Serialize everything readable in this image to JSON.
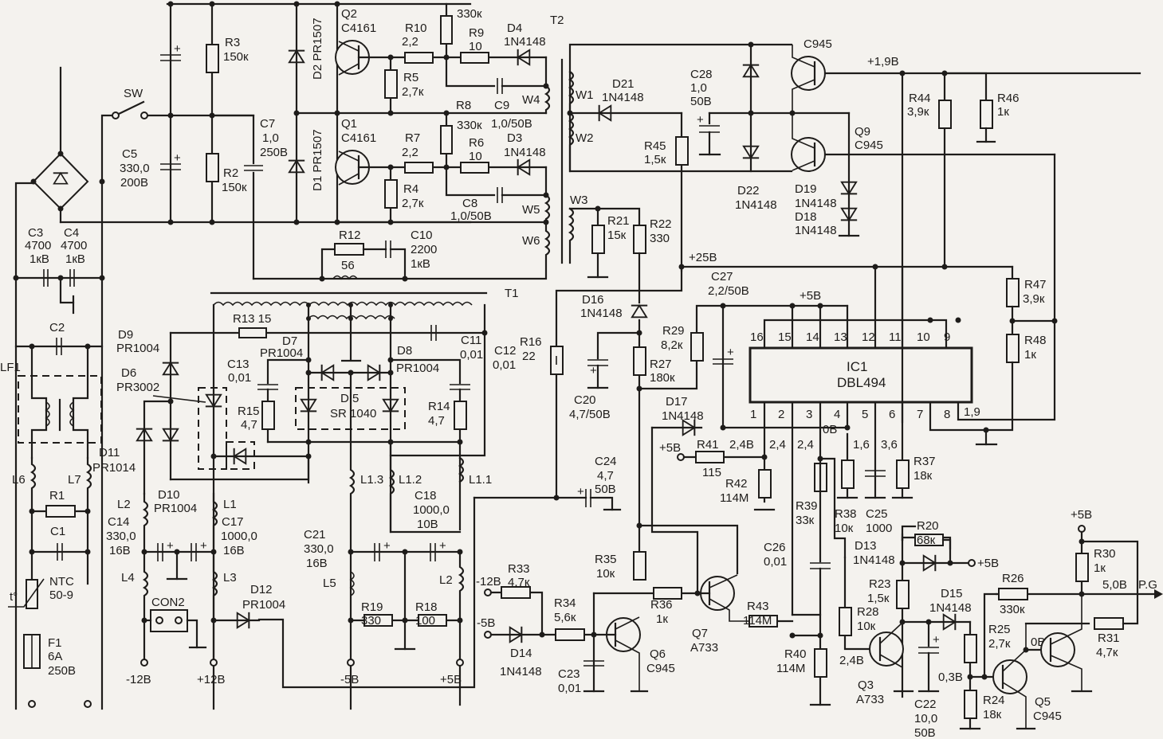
{
  "title": "ATX power supply schematic with DBL494 PWM controller",
  "transformers": {
    "t1": "T1",
    "t2": "T2",
    "lf1": "LF1"
  },
  "input": {
    "sw": "SW",
    "f1": [
      "F1",
      "6A",
      "250B"
    ],
    "ntc": [
      "NTC",
      "50-9"
    ],
    "ntc_temp": "t°",
    "r1": "R1",
    "c1": "C1",
    "c2": "C2",
    "c3": [
      "C3",
      "4700",
      "1кB"
    ],
    "c4": [
      "C4",
      "4700",
      "1кB"
    ],
    "l6": "L6",
    "l7": "L7",
    "c5": [
      "C5",
      "330,0",
      "200B"
    ],
    "r2": [
      "R2",
      "150к"
    ],
    "r3": [
      "R3",
      "150к"
    ],
    "c7": [
      "C7",
      "1,0",
      "250B"
    ]
  },
  "half_bridge": {
    "d1": "D1 PR1507",
    "d2": "D2 PR1507",
    "q1": [
      "Q1",
      "C4161"
    ],
    "q2": [
      "Q2",
      "C4161"
    ],
    "r10": [
      "R10",
      "2,2"
    ],
    "r9": [
      "R9",
      "10"
    ],
    "r_top": "330к",
    "d4": [
      "D4",
      "1N4148"
    ],
    "r5": [
      "R5",
      "2,7к"
    ],
    "c9": [
      "C9",
      "1,0/50B"
    ],
    "r8": [
      "R8",
      "330к"
    ],
    "r7": [
      "R7",
      "2,2"
    ],
    "r6": [
      "R6",
      "10"
    ],
    "d3": [
      "D3",
      "1N4148"
    ],
    "r4": [
      "R4",
      "2,7к"
    ],
    "c8": [
      "C8",
      "1,0/50B"
    ],
    "w4": "W4",
    "w5": "W5",
    "w6": "W6",
    "r12": [
      "R12",
      "56"
    ],
    "c10": [
      "C10",
      "2200",
      "1кB"
    ]
  },
  "driver": {
    "w1": "W1",
    "w2": "W2",
    "w3": "W3",
    "d21": [
      "D21",
      "1N4148"
    ],
    "r45": [
      "R45",
      "1,5к"
    ],
    "c28": [
      "C28",
      "1,0",
      "50B"
    ],
    "q_top": "C945",
    "q9": [
      "Q9",
      "C945"
    ],
    "d22": [
      "D22",
      "1N4148"
    ],
    "d19": [
      "D19",
      "1N4148"
    ],
    "d18": [
      "D18",
      "1N4148"
    ],
    "v19": "+1,9B",
    "r44": [
      "R44",
      "3,9к"
    ],
    "r46": [
      "R46",
      "1к"
    ],
    "r21": [
      "R21",
      "15к"
    ],
    "r22": [
      "R22",
      "330"
    ],
    "v25": "+25B"
  },
  "secondary": {
    "r13": "R13 15",
    "d9": [
      "D9",
      "PR1004"
    ],
    "d6": [
      "D6",
      "PR3002"
    ],
    "d7": [
      "D7",
      "PR1004"
    ],
    "d8": [
      "D8",
      "PR1004"
    ],
    "d5": [
      "D 5",
      "SR 1040"
    ],
    "c13": [
      "C13",
      "0,01"
    ],
    "r15": [
      "R15",
      "4,7"
    ],
    "r14": [
      "R14",
      "4,7"
    ],
    "c11": [
      "C11",
      "0,01"
    ],
    "c12": [
      "C12",
      "0,01"
    ],
    "d11": [
      "D11",
      "PR1014"
    ],
    "d10": [
      "D10",
      "PR1004"
    ],
    "l1_3": "L1.3",
    "l1_2": "L1.2",
    "l1_1": "L1.1",
    "l2": "L2",
    "l1": "L1",
    "l3": "L3",
    "l4": "L4",
    "l5": "L5",
    "l2b": "L2",
    "c14": [
      "C14",
      "330,0",
      "16B"
    ],
    "c17": [
      "C17",
      "1000,0",
      "16B"
    ],
    "c18": [
      "C18",
      "1000,0",
      "10B"
    ],
    "c21": [
      "C21",
      "330,0",
      "16B"
    ],
    "r19": [
      "R19",
      "330"
    ],
    "r18": [
      "R18",
      "100"
    ],
    "con2": "CON2",
    "d12": [
      "D12",
      "PR1004"
    ],
    "out_m12": "-12B",
    "out_p12": "+12B",
    "out_m5": "-5B",
    "out_p5": "+5B"
  },
  "control": {
    "r16": [
      "R16",
      "22"
    ],
    "d16": [
      "D16",
      "1N4148"
    ],
    "c20": [
      "C20",
      "4,7/50B"
    ],
    "r27": [
      "R27",
      "180к"
    ],
    "r29": [
      "R29",
      "8,2к"
    ],
    "c27": [
      "C27",
      "2,2/50B"
    ],
    "d17": [
      "D17",
      "1N4148"
    ],
    "c24": [
      "C24",
      "4,7",
      "50B"
    ],
    "r41": [
      "R41",
      "115"
    ],
    "p5_in": "+5B",
    "r42": [
      "R42",
      "114M"
    ],
    "v24b": "2,4B",
    "ic1": [
      "IC1",
      "DBL494"
    ],
    "ic_top_pins": [
      "16",
      "15",
      "14",
      "13",
      "12",
      "11",
      "10",
      "9"
    ],
    "ic_bottom_pins": [
      "1",
      "2",
      "3",
      "4",
      "5",
      "6",
      "7",
      "8"
    ],
    "pin_volts": {
      "p2": "2,4",
      "p3": "2,4",
      "p4": "0B",
      "p5": "1,6",
      "p6": "3,6",
      "p8": "1,9"
    },
    "ic_p5": "+5B",
    "r47": [
      "R47",
      "3,9к"
    ],
    "r48": [
      "R48",
      "1к"
    ],
    "r37": [
      "R37",
      "18к"
    ],
    "r38": [
      "R38",
      "10к"
    ],
    "c25": [
      "C25",
      "1000"
    ],
    "r39": [
      "R39",
      "33к"
    ],
    "c26": [
      "C26",
      "0,01"
    ],
    "r43": [
      "R43",
      "114M"
    ],
    "r40": [
      "R40",
      "114M"
    ],
    "r35": [
      "R35",
      "10к"
    ],
    "r36": [
      "R36",
      "1к"
    ],
    "q7": [
      "Q7",
      "A733"
    ],
    "q6": [
      "Q6",
      "C945"
    ],
    "r33": [
      "R33",
      "4,7к"
    ],
    "r34": [
      "R34",
      "5,6к"
    ],
    "d14": [
      "D14",
      "1N4148"
    ],
    "c23": [
      "C23",
      "0,01"
    ],
    "in_m12": "-12B",
    "in_m5": "-5B"
  },
  "power_good": {
    "r20": [
      "R20",
      "68к"
    ],
    "d13": [
      "D13",
      "1N4148"
    ],
    "p5": "+5B",
    "r23": [
      "R23",
      "1,5к"
    ],
    "r28": [
      "R28",
      "10к"
    ],
    "q3": [
      "Q3",
      "A733"
    ],
    "v_q3": "2,4B",
    "d15": [
      "D15",
      "1N4148"
    ],
    "c22": [
      "C22",
      "10,0",
      "50B"
    ],
    "r25": [
      "R25",
      "2,7к"
    ],
    "r24": [
      "R24",
      "18к"
    ],
    "v03": "0,3B",
    "r26": [
      "R26",
      "330к"
    ],
    "q5": [
      "Q5",
      "C945"
    ],
    "v0": "0B",
    "r30": [
      "R30",
      "1к"
    ],
    "p5_top": "+5B",
    "r31": [
      "R31",
      "4,7к"
    ],
    "v50": "5,0B",
    "pg": "P.G"
  }
}
